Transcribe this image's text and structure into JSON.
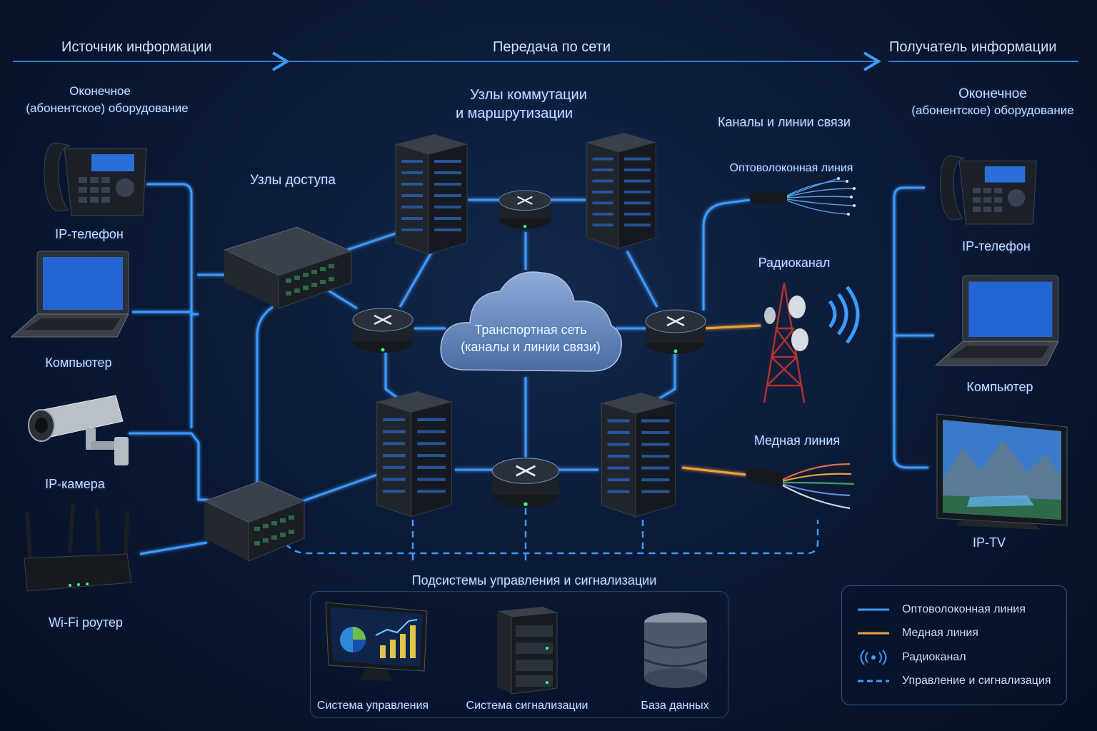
{
  "header": {
    "source": "Источник информации",
    "transmission": "Передача по сети",
    "receiver": "Получатель информации"
  },
  "left": {
    "title_line1": "Оконечное",
    "title_line2": "(абонентское) оборудование",
    "devices": [
      "IP-телефон",
      "Компьютер",
      "IP-камера",
      "Wi-Fi роутер"
    ]
  },
  "right": {
    "title_line1": "Оконечное",
    "title_line2": "(абонентское) оборудование",
    "devices": [
      "IP-телефон",
      "Компьютер",
      "IP-TV"
    ]
  },
  "center": {
    "switching_line1": "Узлы коммутации",
    "switching_line2": "и маршрутизации",
    "access_nodes": "Узлы доступа",
    "cloud_line1": "Транспортная сеть",
    "cloud_line2": "(каналы и линии связи)",
    "channels": "Каналы и линии связи",
    "fiber": "Оптоволоконная линия",
    "radio": "Радиоканал",
    "copper": "Медная линия"
  },
  "subsystems": {
    "title": "Подсистемы управления и сигнализации",
    "items": [
      "Система управления",
      "Система сигнализации",
      "База данных"
    ]
  },
  "legend": {
    "items": [
      {
        "label": "Оптоволоконная линия",
        "color": "#3d9bff",
        "style": "solid"
      },
      {
        "label": "Медная линия",
        "color": "#f3a23a",
        "style": "solid"
      },
      {
        "label": "Радиоканал",
        "color": "#3d9bff",
        "style": "radio-icon"
      },
      {
        "label": "Управление и сигнализация",
        "color": "#3d9bff",
        "style": "dashed"
      }
    ]
  },
  "colors": {
    "fiber": "#3d9bff",
    "copper": "#f3a23a",
    "accent_green": "#3cff7a"
  }
}
